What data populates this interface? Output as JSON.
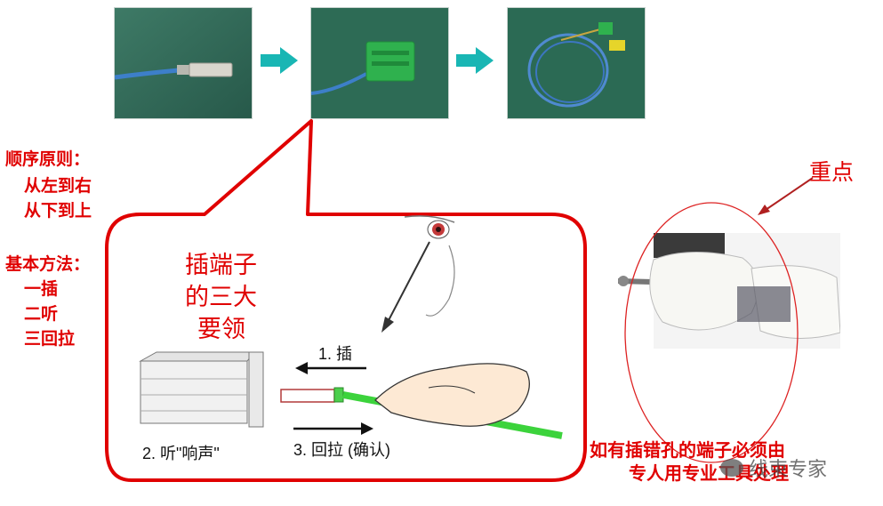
{
  "rules": {
    "heading": "顺序原则：",
    "line1": "从左到右",
    "line2": "从下到上"
  },
  "method": {
    "heading": "基本方法：",
    "step1": "一插",
    "step2": "二听",
    "step3": "三回拉"
  },
  "callout": {
    "title_line1": "插端子",
    "title_line2": "的三大",
    "title_line3": "要领"
  },
  "steps": {
    "insert": "1. 插",
    "listen": "2. 听\"响声\"",
    "pullback": "3. 回拉 (确认)"
  },
  "focus": {
    "label": "重点",
    "note_line1": "如有插错孔的端子必须由",
    "note_line2": "专人用专业工具处理"
  },
  "watermark": "线束专家",
  "colors": {
    "accent_red": "#e00000",
    "arrow_teal": "#19b6b4",
    "terminal_green": "#22b24a",
    "board_green": "#2f6f55"
  }
}
